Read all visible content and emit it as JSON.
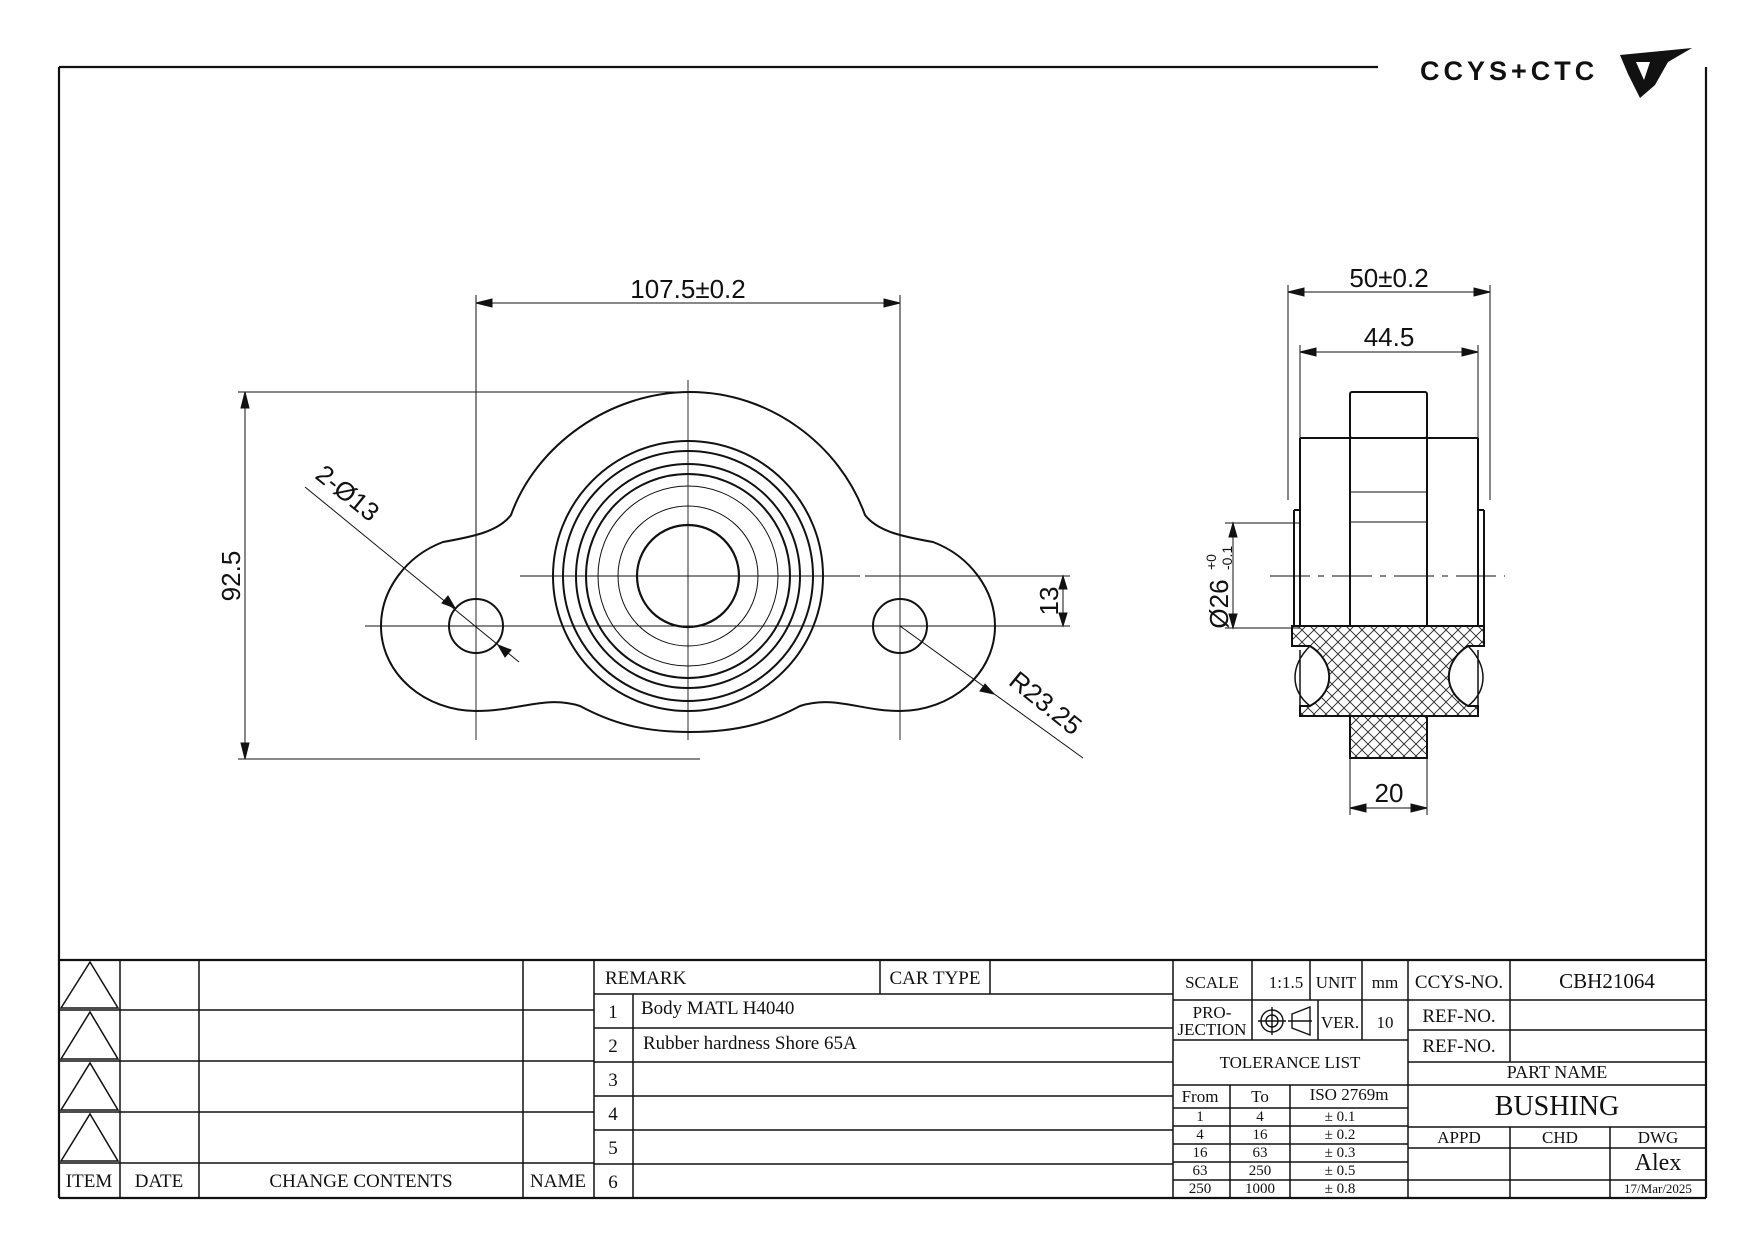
{
  "logo": {
    "text": "CCYS+CTC"
  },
  "dimensions": {
    "front_width": "107.5±0.2",
    "front_height": "92.5",
    "holes": "2-Ø13",
    "offset": "13",
    "radius": "R23.25",
    "side_width": "50±0.2",
    "side_inner": "44.5",
    "side_dia_base": "Ø26",
    "side_dia_tol_upper": "+0",
    "side_dia_tol_lower": "-0.1",
    "side_boss": "20"
  },
  "revision_block": {
    "rows": [
      "",
      "",
      "",
      ""
    ],
    "headers": {
      "item": "ITEM",
      "date": "DATE",
      "change": "CHANGE CONTENTS",
      "name": "NAME"
    }
  },
  "remarks": {
    "remark_label": "REMARK",
    "car_type_label": "CAR TYPE",
    "car_type_value": "",
    "items": [
      {
        "no": "1",
        "text": "Body MATL H4040"
      },
      {
        "no": "2",
        "text": "Rubber hardness Shore 65A"
      },
      {
        "no": "3",
        "text": ""
      },
      {
        "no": "4",
        "text": ""
      },
      {
        "no": "5",
        "text": ""
      },
      {
        "no": "6",
        "text": ""
      }
    ]
  },
  "title_block": {
    "scale_label": "SCALE",
    "scale_value": "1:1.5",
    "unit_label": "UNIT",
    "unit_value": "mm",
    "projection_label_1": "PRO-",
    "projection_label_2": "JECTION",
    "ver_label": "VER.",
    "ver_value": "10",
    "tolerance_title": "TOLERANCE LIST",
    "tol_headers": {
      "from": "From",
      "to": "To",
      "iso": "ISO 2769m"
    },
    "tolerances": [
      {
        "from": "1",
        "to": "4",
        "tol": "± 0.1"
      },
      {
        "from": "4",
        "to": "16",
        "tol": "± 0.2"
      },
      {
        "from": "16",
        "to": "63",
        "tol": "± 0.3"
      },
      {
        "from": "63",
        "to": "250",
        "tol": "± 0.5"
      },
      {
        "from": "250",
        "to": "1000",
        "tol": "± 0.8"
      }
    ],
    "ccys_no_label": "CCYS-NO.",
    "ccys_no_value": "CBH21064",
    "ref_no_label_1": "REF-NO.",
    "ref_no_value_1": "",
    "ref_no_label_2": "REF-NO.",
    "ref_no_value_2": "",
    "part_name_label": "PART NAME",
    "part_name_value": "BUSHING",
    "appd_label": "APPD",
    "chd_label": "CHD",
    "dwg_label": "DWG",
    "dwg_name": "Alex",
    "dwg_date": "17/Mar/2025"
  }
}
